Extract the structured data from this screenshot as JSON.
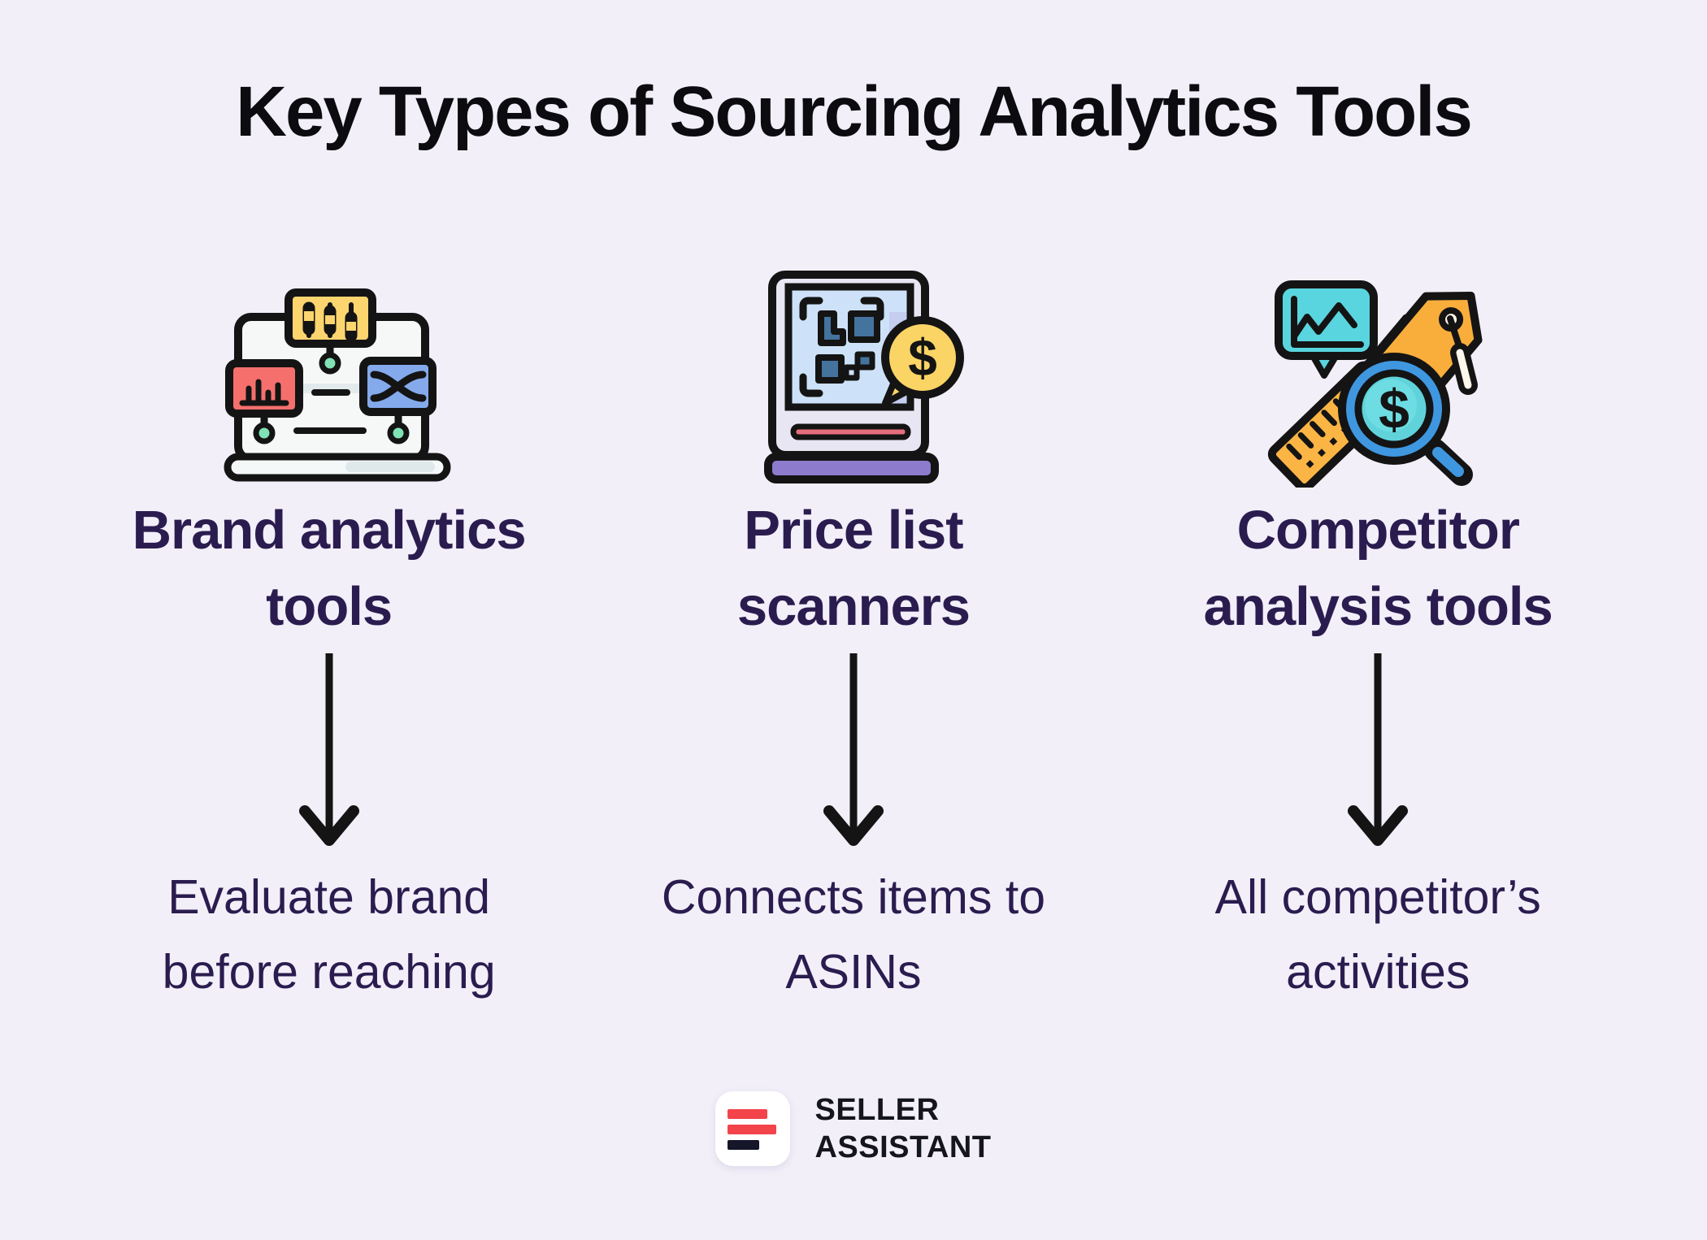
{
  "title": "Key Types of Sourcing Analytics Tools",
  "columns": [
    {
      "icon": "brand-analytics-laptop-icon",
      "label_lines": [
        "Brand analytics",
        "tools"
      ],
      "desc_lines": [
        "Evaluate brand",
        "before reaching"
      ]
    },
    {
      "icon": "price-list-scanner-icon",
      "label_lines": [
        "Price list",
        "scanners"
      ],
      "desc_lines": [
        "Connects items to",
        "ASINs"
      ]
    },
    {
      "icon": "competitor-analysis-icon",
      "label_lines": [
        "Competitor",
        "analysis tools"
      ],
      "desc_lines": [
        "All competitor’s",
        "activities"
      ]
    }
  ],
  "icons": {
    "dollar": "$"
  },
  "footer": {
    "brand_line1": "SELLER",
    "brand_line2": "ASSISTANT"
  },
  "colors": {
    "background": "#f2eff9",
    "title_text": "#0b0b10",
    "body_text": "#2b1c4f",
    "arrow": "#141414",
    "logo_red": "#f2444a",
    "logo_dark": "#16162a",
    "icon_yellow": "#fcd56f",
    "icon_red": "#f5706d",
    "icon_blue": "#84aaec",
    "icon_green": "#80e3b6",
    "icon_teal": "#59d5df",
    "icon_orange": "#f9ae3c",
    "icon_purple": "#8d7bce",
    "icon_screen_blue": "#cde2f8",
    "icon_qr_blue": "#44739e",
    "icon_magnifier_blue": "#3f97e0"
  }
}
